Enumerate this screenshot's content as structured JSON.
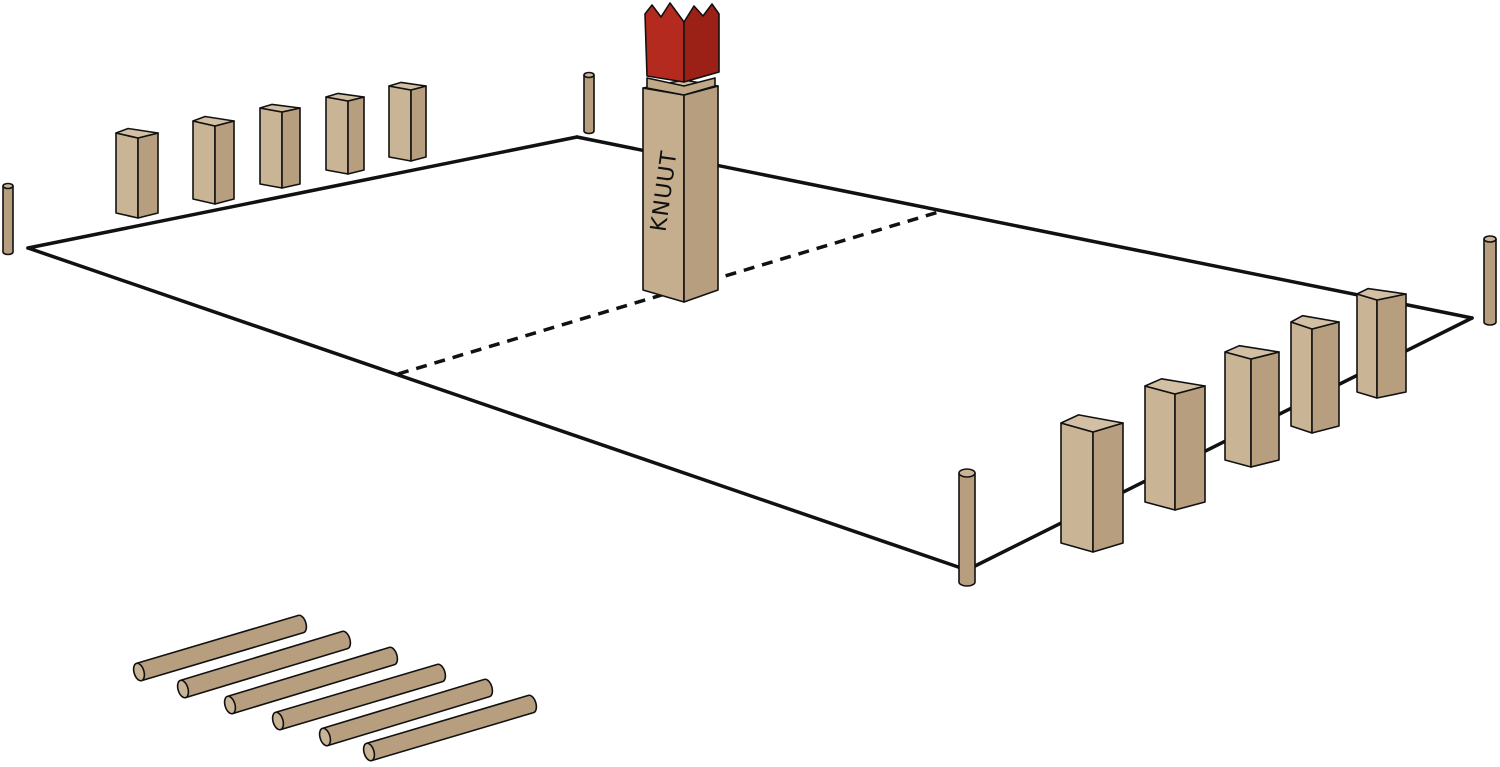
{
  "diagram": {
    "king_label": "KNUUT",
    "colors": {
      "wood": "#b69e7e",
      "wood_light": "#c9b496",
      "wood_dark": "#a48b6a",
      "crown": "#b52a1e",
      "crown_dark": "#8f1c13",
      "line": "#111111",
      "background": "#ffffff"
    },
    "field": {
      "corner_pegs": 4,
      "center_line": "dashed"
    },
    "blocks": {
      "left_team": 5,
      "right_team": 5
    },
    "throwing_batons": 6
  }
}
